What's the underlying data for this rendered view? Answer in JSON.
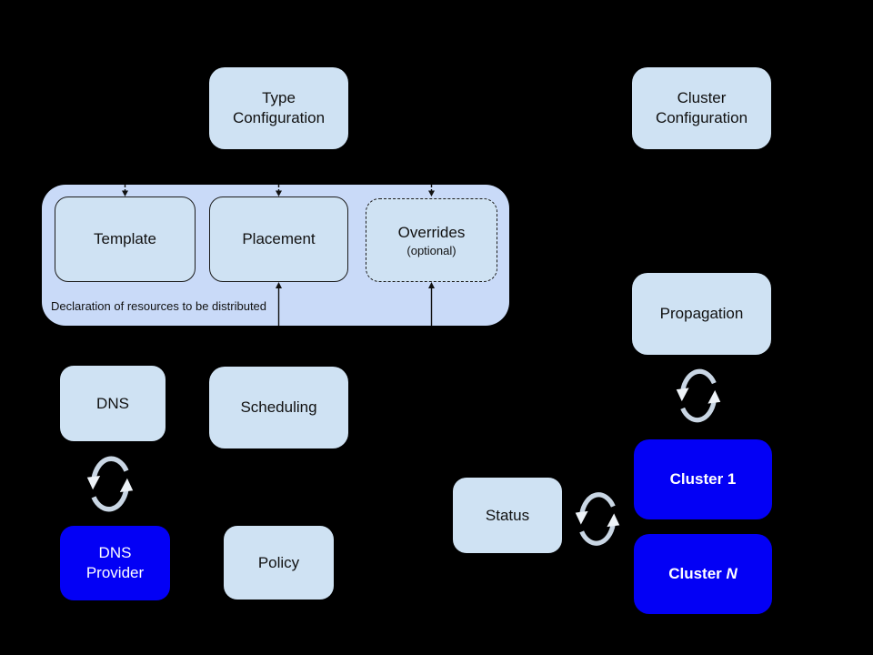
{
  "diagram": {
    "background_color": "#000000",
    "colors": {
      "group_fill": "#c9daf8",
      "node_fill": "#cfe2f3",
      "cluster_fill": "#0300f5",
      "node_text": "#111111",
      "cluster_text": "#ffffff",
      "arrow_line": "#111111",
      "sync_icon": "#c9d6e4",
      "sync_arrowhead": "#eef3f8"
    },
    "nodes": {
      "type_config": {
        "line1": "Type",
        "line2": "Configuration"
      },
      "cluster_config": {
        "line1": "Cluster",
        "line2": "Configuration"
      },
      "template": {
        "label": "Template"
      },
      "placement": {
        "label": "Placement"
      },
      "overrides": {
        "label": "Overrides",
        "sublabel": "(optional)"
      },
      "dns": {
        "label": "DNS"
      },
      "scheduling": {
        "label": "Scheduling"
      },
      "dns_provider": {
        "line1": "DNS",
        "line2": "Provider"
      },
      "policy": {
        "label": "Policy"
      },
      "propagation": {
        "label": "Propagation"
      },
      "status": {
        "label": "Status"
      },
      "cluster_1": {
        "label": "Cluster 1"
      },
      "cluster_n": {
        "prefix": "Cluster ",
        "suffix": "N"
      }
    },
    "group": {
      "caption": "Declaration of resources to be distributed"
    },
    "icons": {
      "sync_dns": "sync-arrows",
      "sync_propagation": "sync-arrows",
      "sync_status": "sync-arrows"
    }
  }
}
